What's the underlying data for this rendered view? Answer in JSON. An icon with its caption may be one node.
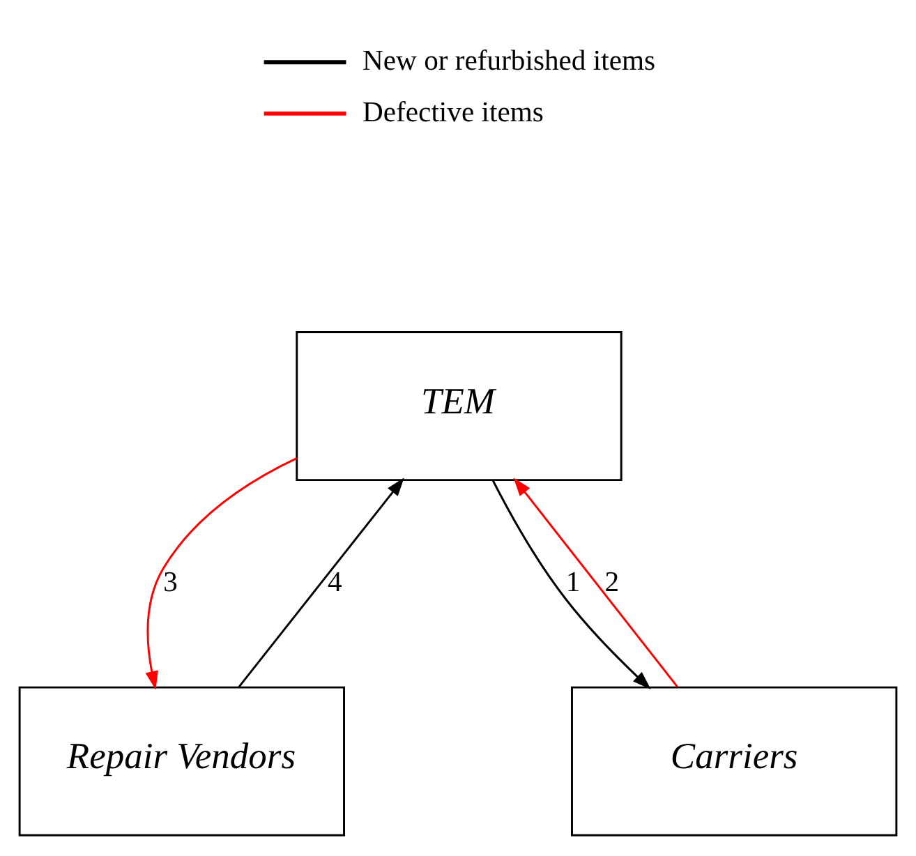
{
  "diagram": {
    "nodes": [
      {
        "text": [
          "TEM"
        ]
      },
      {
        "text": [
          "Repair Vendors"
        ]
      },
      {
        "text": [
          "Carriers"
        ]
      }
    ],
    "edges": [
      {
        "from": 0,
        "to": 1,
        "arrow": "to",
        "label": "3",
        "color": "#ff0000"
      },
      {
        "from": 1,
        "to": 0,
        "arrow": "to",
        "label": "4",
        "color": "#000000"
      },
      {
        "from": 2,
        "to": 0,
        "arrow": "to",
        "label": "2",
        "color": "#ff0000"
      },
      {
        "from": 0,
        "to": 2,
        "arrow": "to",
        "label": "1",
        "color": "#000000"
      }
    ],
    "legend": [
      {
        "text": "New or refurbished items",
        "color": "#000000"
      },
      {
        "text": "Defective items",
        "color": "#ff0000"
      }
    ]
  }
}
